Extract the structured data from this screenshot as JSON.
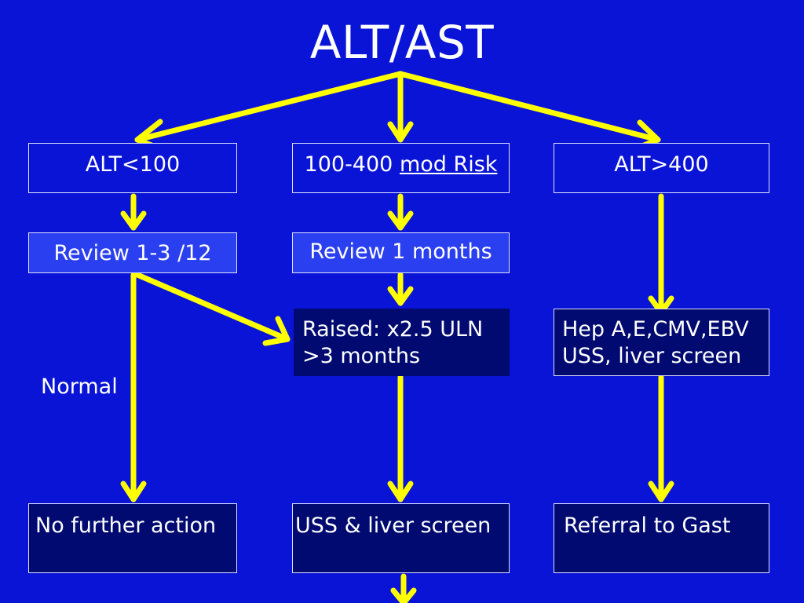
{
  "title": "ALT/AST",
  "boxes": {
    "alt_low": "ALT<100",
    "mod_range": "100-400",
    "mod_risk": "mod Risk",
    "alt_high": "ALT>400",
    "review_low": "Review 1-3 /12",
    "review_mod": "Review 1 months",
    "raised_line1": "Raised: x2.5 ULN",
    "raised_line2": ">3 months",
    "hep_line1": "Hep A,E,CMV,EBV",
    "hep_line2": "USS, liver screen",
    "no_action": "No further action",
    "uss": "USS & liver screen",
    "referral": "Referral to Gast"
  },
  "labels": {
    "normal": "Normal"
  },
  "colors": {
    "background": "#0a14d6",
    "arrow": "#ffff00",
    "box_light": "#2a3ff0",
    "box_dark": "#000a70"
  }
}
